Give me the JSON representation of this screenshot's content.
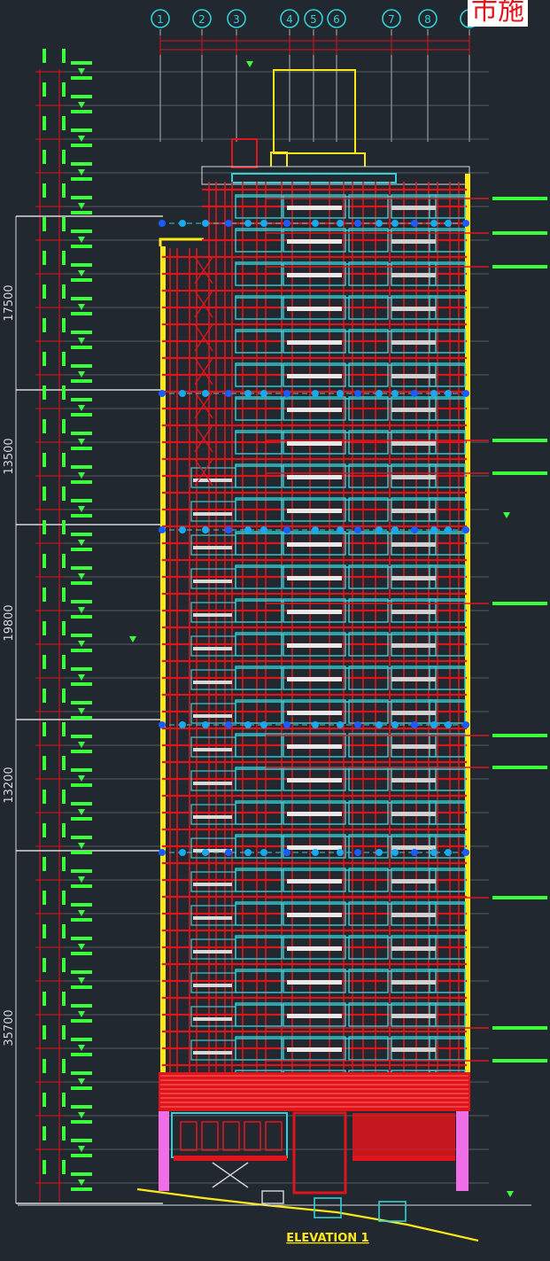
{
  "drawing": {
    "title": "ELEVATION 1",
    "overlay_text": "市施"
  },
  "grid_labels": [
    "1",
    "2",
    "3",
    "4",
    "5",
    "6",
    "7",
    "8"
  ],
  "height_dims": [
    "17500",
    "13500",
    "19800",
    "13200",
    "35700"
  ],
  "colors": {
    "background": "#212830",
    "structure_red": "#e0141b",
    "glazing_cyan": "#2fd2d8",
    "outline_yellow": "#ffe81a",
    "annotation_green": "#3cff3c",
    "dimension_white": "#d8d8d8",
    "node_blue": "#1a5cff",
    "podium_magenta": "#f06ee8"
  },
  "icons": [
    "grid-bubble-icon",
    "level-marker-icon"
  ]
}
